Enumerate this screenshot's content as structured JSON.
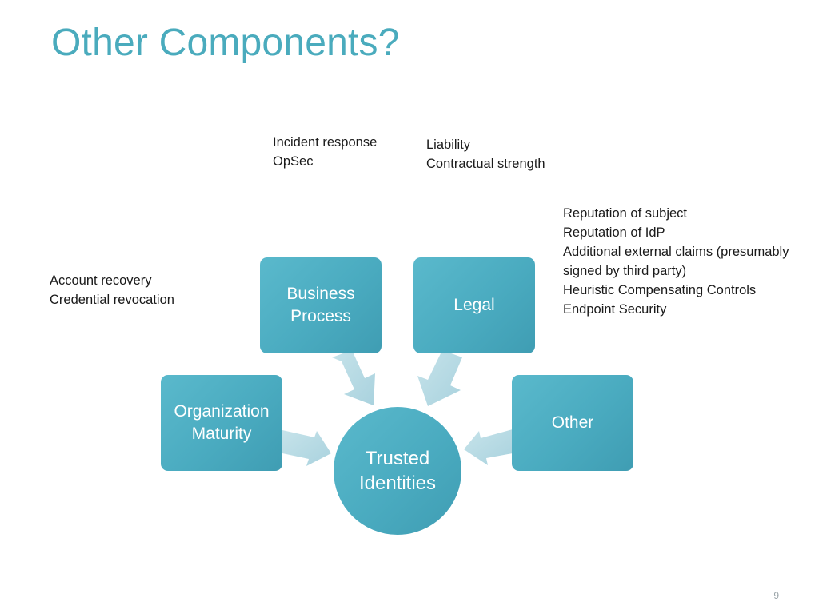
{
  "slide": {
    "title": "Other Components?",
    "page_number": "9"
  },
  "notes": {
    "incident": [
      "Incident response",
      "OpSec"
    ],
    "liability": [
      "Liability",
      "Contractual strength"
    ],
    "reputation": [
      "Reputation of subject",
      "Reputation of IdP",
      "Additional external claims (presumably",
      "signed by third party)",
      "Heuristic Compensating Controls",
      "Endpoint Security"
    ],
    "account": [
      "Account recovery",
      "Credential revocation"
    ]
  },
  "diagram": {
    "center": [
      "Trusted",
      "Identities"
    ],
    "nodes": {
      "business_process": [
        "Business",
        "Process"
      ],
      "legal": [
        "Legal"
      ],
      "organization_maturity": [
        "Organization",
        "Maturity"
      ],
      "other": [
        "Other"
      ]
    }
  },
  "colors": {
    "title": "#4aabbd",
    "node_fill": "#4aabc0",
    "arrow_fill": "#b7dbe5"
  }
}
